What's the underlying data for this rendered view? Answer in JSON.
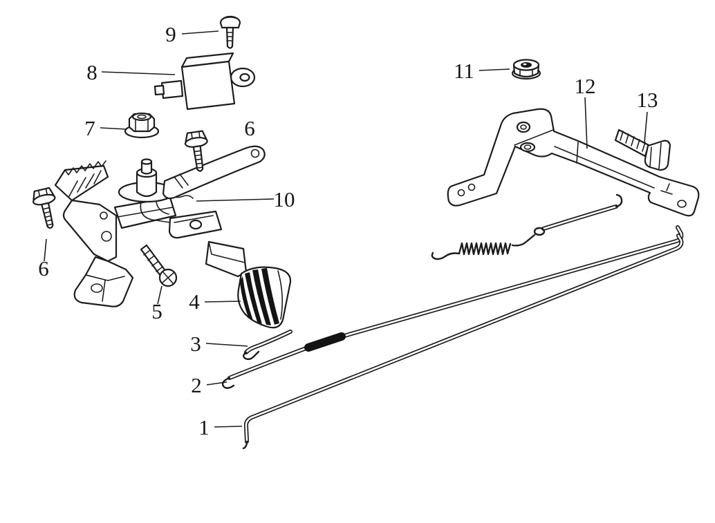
{
  "diagram": {
    "kind": "exploded-parts-diagram",
    "subject": "engine throttle control and governor linkage",
    "background_color": "#ffffff",
    "line_color": "#1c1c1c",
    "fill_color": "#ffffff",
    "callouts": [
      {
        "text": "9",
        "points_to": "pan-head-screw"
      },
      {
        "text": "8",
        "points_to": "stop-solenoid"
      },
      {
        "text": "7",
        "points_to": "flange-nut-left"
      },
      {
        "text": "6",
        "points_to": "flange-bolt-upper"
      },
      {
        "text": "10",
        "points_to": "control-plate-assembly"
      },
      {
        "text": "6",
        "points_to": "flange-bolt-left"
      },
      {
        "text": "5",
        "points_to": "phillips-screw"
      },
      {
        "text": "4",
        "points_to": "throttle-knob"
      },
      {
        "text": "3",
        "points_to": "rod-end"
      },
      {
        "text": "2",
        "points_to": "throttle-rod"
      },
      {
        "text": "1",
        "points_to": "choke-rod"
      },
      {
        "text": "11",
        "points_to": "flange-nut-right"
      },
      {
        "text": "12",
        "points_to": "control-bracket"
      },
      {
        "text": "13",
        "points_to": "hex-bolt"
      }
    ]
  }
}
